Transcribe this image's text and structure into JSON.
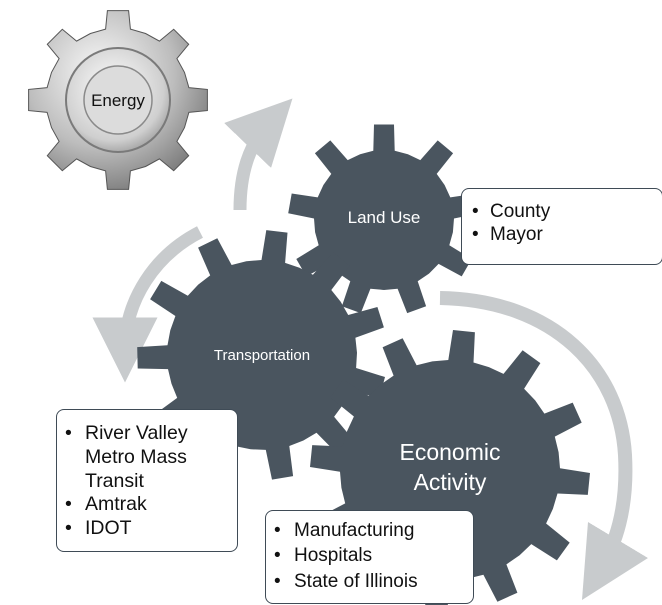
{
  "colors": {
    "gear": "#4a555f",
    "arrow": "#c8cbcd",
    "metal_light": "#f2f2f2",
    "metal_dark": "#7a7a7a",
    "box_border": "#3f4b56"
  },
  "gears": {
    "energy": {
      "label": "Energy",
      "icon": "metal-gear-icon"
    },
    "land_use": {
      "label": "Land Use"
    },
    "transportation": {
      "label": "Transportation"
    },
    "economic_activity": {
      "label_line1": "Economic",
      "label_line2": "Activity"
    }
  },
  "boxes": {
    "land_use": {
      "items": [
        "County",
        "Mayor"
      ]
    },
    "transportation": {
      "items": [
        "River Valley Metro Mass Transit",
        "Amtrak",
        "IDOT"
      ]
    },
    "economic_activity": {
      "items": [
        "Manufacturing",
        "Hospitals",
        "State of Illinois"
      ]
    }
  }
}
